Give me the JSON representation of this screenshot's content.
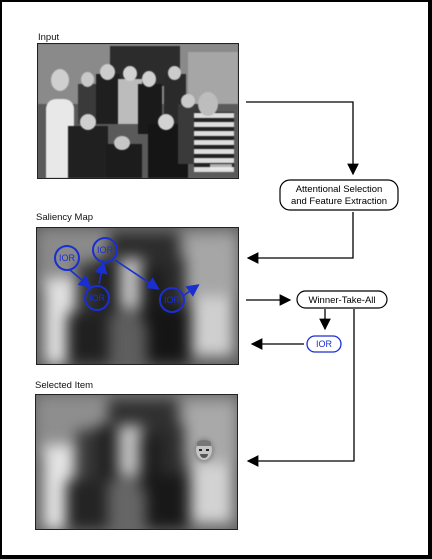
{
  "panels": {
    "input_label": "Input",
    "saliency_label": "Saliency Map",
    "selected_label": "Selected Item"
  },
  "boxes": {
    "attentional_line1": "Attentional Selection",
    "attentional_line2": "and Feature Extraction",
    "wta": "Winner-Take-All",
    "ior": "IOR"
  },
  "saliency_markers": {
    "label": "IOR",
    "count": 4
  },
  "colors": {
    "ior_blue": "#1a2fd0",
    "arrow": "#000000"
  }
}
